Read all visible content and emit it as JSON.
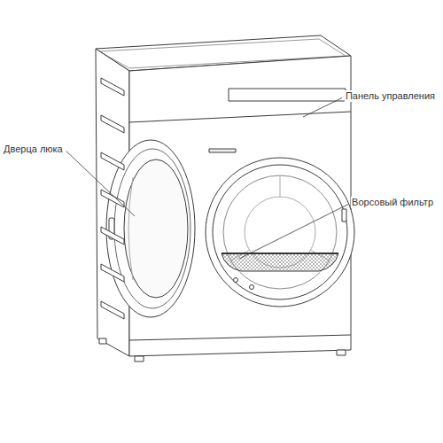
{
  "diagram": {
    "labels": [
      "Панель управления",
      "Дверца люка",
      "Ворсовый фильтр"
    ]
  }
}
